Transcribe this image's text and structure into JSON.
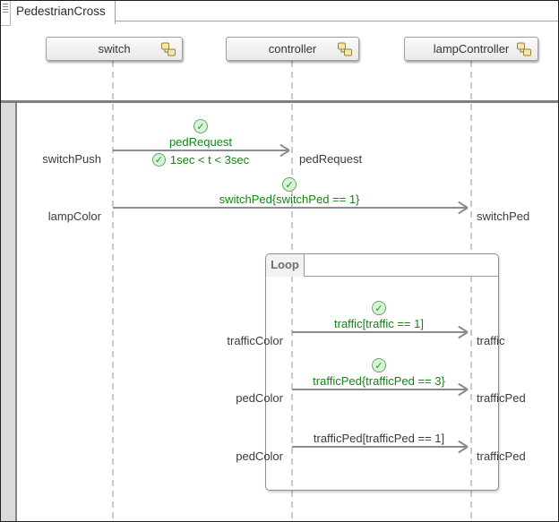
{
  "tab": {
    "title": "PedestrianCross"
  },
  "lifelines": [
    {
      "label": "switch"
    },
    {
      "label": "controller"
    },
    {
      "label": "lampController"
    }
  ],
  "messages": [
    {
      "source_event": "switchPush",
      "label": "pedRequest",
      "condition": "1sec < t < 3sec",
      "dest_event": "pedRequest",
      "status": "passed"
    },
    {
      "source_event": "lampColor",
      "label": "switchPed{switchPed == 1}",
      "dest_event": "switchPed",
      "status": "passed"
    }
  ],
  "loop": {
    "title": "Loop",
    "messages": [
      {
        "source_event": "trafficColor",
        "label": "traffic[traffic == 1]",
        "dest_event": "traffic",
        "status": "passed"
      },
      {
        "source_event": "pedColor",
        "label": "trafficPed{trafficPed == 3}",
        "dest_event": "trafficPed",
        "status": "passed"
      },
      {
        "source_event": "pedColor",
        "label": "trafficPed[trafficPed == 1]",
        "dest_event": "trafficPed",
        "status": "none"
      }
    ]
  },
  "colors": {
    "pass_green": "#178217",
    "check_fill": "#d9f3d9",
    "check_border": "#5cab5c",
    "arrow_gray": "#8b8b8b",
    "lifeline_gray": "#c9c9c9",
    "component_icon_yellow": "#f3e6ae",
    "gutter_gray": "#dbdbdb"
  }
}
